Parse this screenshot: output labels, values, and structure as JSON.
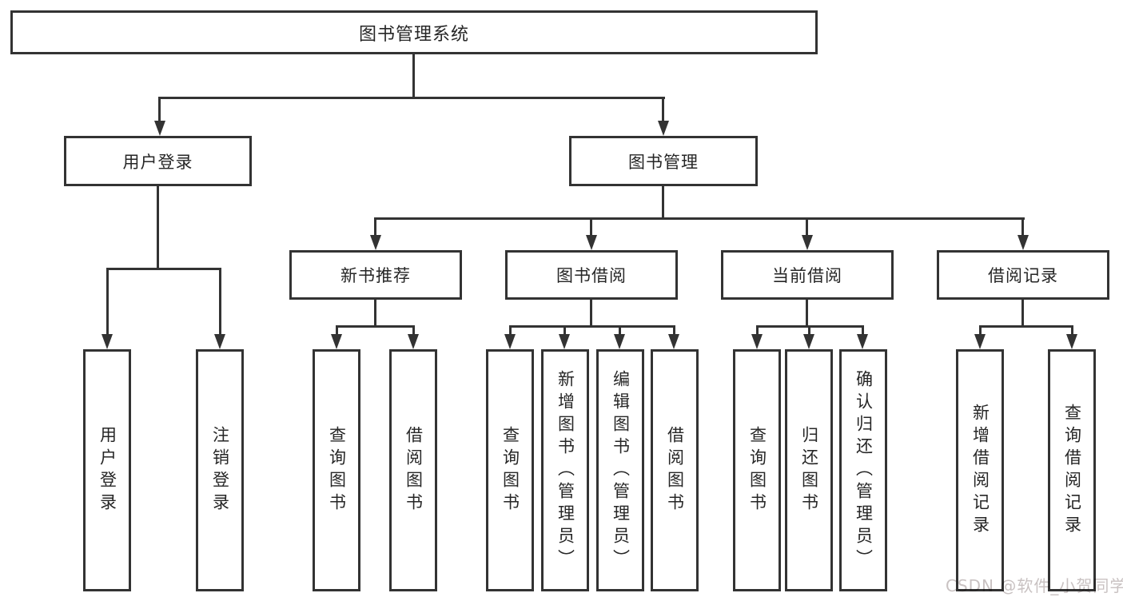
{
  "colors": {
    "line": "#333333",
    "node_border": "#333333",
    "node_background": "#ffffff",
    "text": "#262626",
    "watermark": "#c9c2c2",
    "background": "#ffffff"
  },
  "chart_data": {
    "type": "table",
    "title": "图书管理系统功能结构图",
    "hierarchy": {
      "root": "图书管理系统",
      "children": [
        {
          "name": "用户登录",
          "children": [
            "用户登录",
            "注销登录"
          ]
        },
        {
          "name": "图书管理",
          "children": [
            {
              "name": "新书推荐",
              "children": [
                "查询图书",
                "借阅图书"
              ]
            },
            {
              "name": "图书借阅",
              "children": [
                "查询图书",
                "新增图书（管理员）",
                "编辑图书（管理员）",
                "借阅图书"
              ]
            },
            {
              "name": "当前借阅",
              "children": [
                "查询图书",
                "归还图书",
                "确认归还（管理员）"
              ]
            },
            {
              "name": "借阅记录",
              "children": [
                "新增借阅记录",
                "查询借阅记录"
              ]
            }
          ]
        }
      ]
    }
  },
  "tree": {
    "root": {
      "label": "图书管理系统"
    },
    "branches": [
      {
        "label": "用户登录",
        "children": [
          {
            "label": "用户登录"
          },
          {
            "label": "注销登录"
          }
        ]
      },
      {
        "label": "图书管理",
        "children": [
          {
            "label": "新书推荐",
            "children": [
              {
                "label": "查询图书"
              },
              {
                "label": "借阅图书"
              }
            ]
          },
          {
            "label": "图书借阅",
            "children": [
              {
                "label": "查询图书"
              },
              {
                "label": "新增图书（管理员）"
              },
              {
                "label": "编辑图书（管理员）"
              },
              {
                "label": "借阅图书"
              }
            ]
          },
          {
            "label": "当前借阅",
            "children": [
              {
                "label": "查询图书"
              },
              {
                "label": "归还图书"
              },
              {
                "label": "确认归还（管理员）"
              }
            ]
          },
          {
            "label": "借阅记录",
            "children": [
              {
                "label": "新增借阅记录"
              },
              {
                "label": "查询借阅记录"
              }
            ]
          }
        ]
      }
    ]
  },
  "watermark": {
    "text": "CSDN @软件_小贺同学"
  }
}
